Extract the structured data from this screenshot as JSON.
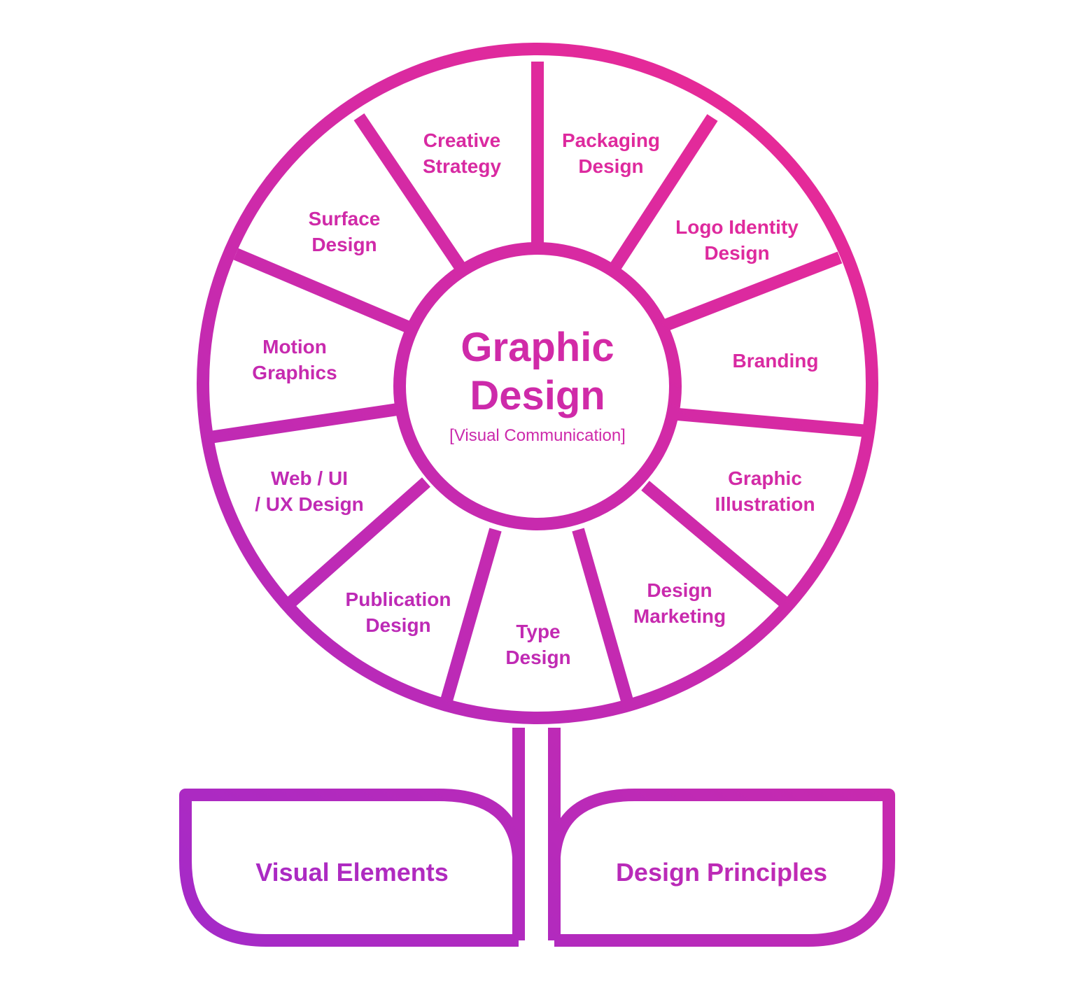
{
  "colors": {
    "gradient_top": "#ee2a92",
    "gradient_bottom": "#a42ac8"
  },
  "center": {
    "title_line1": "Graphic",
    "title_line2": "Design",
    "subtitle": "[Visual Communication]"
  },
  "petals": [
    {
      "lines": [
        "Creative",
        "Strategy"
      ]
    },
    {
      "lines": [
        "Packaging",
        "Design"
      ]
    },
    {
      "lines": [
        "Logo Identity",
        "Design"
      ]
    },
    {
      "lines": [
        "Branding"
      ]
    },
    {
      "lines": [
        "Graphic",
        "Illustration"
      ]
    },
    {
      "lines": [
        "Design",
        "Marketing"
      ]
    },
    {
      "lines": [
        "Type",
        "Design"
      ]
    },
    {
      "lines": [
        "Publication",
        "Design"
      ]
    },
    {
      "lines": [
        "Web / UI",
        "/ UX Design"
      ]
    },
    {
      "lines": [
        "Motion",
        "Graphics"
      ]
    },
    {
      "lines": [
        "Surface",
        "Design"
      ]
    }
  ],
  "leaves": {
    "left": "Visual Elements",
    "right": "Design Principles"
  }
}
